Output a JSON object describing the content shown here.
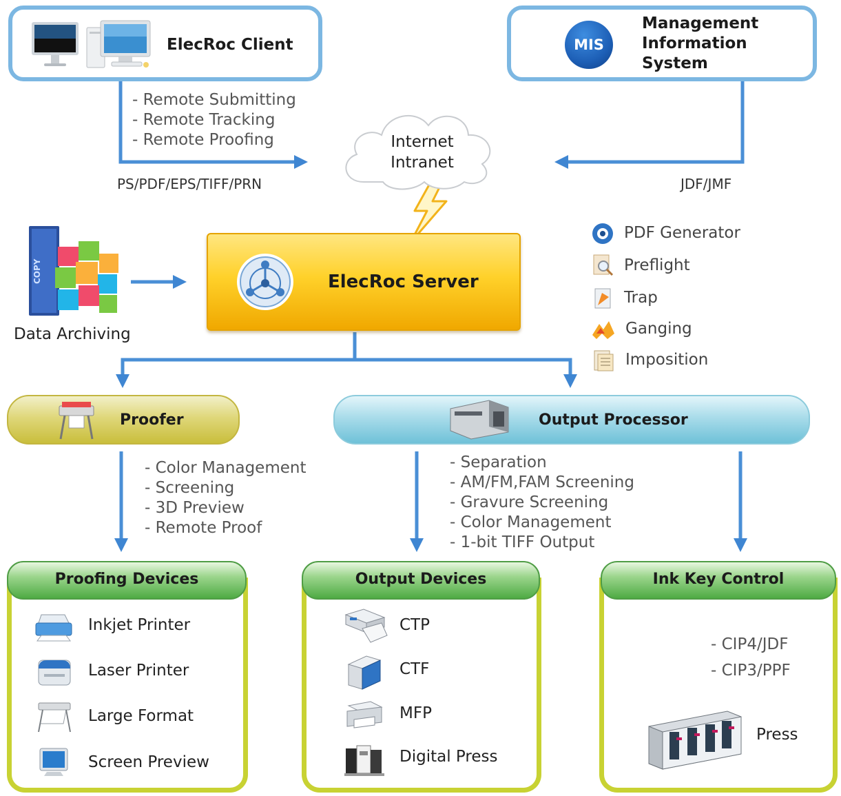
{
  "client": {
    "title": "ElecRoc Client"
  },
  "mis": {
    "badge": "MIS",
    "line1": "Management",
    "line2": "Information",
    "line3": "System"
  },
  "remote": [
    "- Remote Submitting",
    "- Remote Tracking",
    "- Remote Proofing"
  ],
  "formats": "PS/PDF/EPS/TIFF/PRN",
  "cloud": {
    "line1": "Internet",
    "line2": "Intranet"
  },
  "jdf": "JDF/JMF",
  "archive": {
    "label": "Data Archiving",
    "box_text": "COPY"
  },
  "server": {
    "title": "ElecRoc Server"
  },
  "features": [
    {
      "label": "PDF Generator",
      "icon": "pdf-generator-icon"
    },
    {
      "label": "Preflight",
      "icon": "preflight-icon"
    },
    {
      "label": "Trap",
      "icon": "trap-icon"
    },
    {
      "label": "Ganging",
      "icon": "ganging-icon"
    },
    {
      "label": "Imposition",
      "icon": "imposition-icon"
    }
  ],
  "proofer": {
    "title": "Proofer"
  },
  "output_processor": {
    "title": "Output Processor"
  },
  "proofer_features": [
    "- Color Management",
    "- Screening",
    "- 3D Preview",
    "- Remote Proof"
  ],
  "processor_features": [
    "- Separation",
    "- AM/FM,FAM Screening",
    "- Gravure Screening",
    "- Color Management",
    "- 1-bit TIFF Output"
  ],
  "proofing_devices": {
    "title": "Proofing Devices",
    "items": [
      "Inkjet Printer",
      "Laser Printer",
      "Large Format",
      "Screen Preview"
    ]
  },
  "output_devices": {
    "title": "Output Devices",
    "items": [
      "CTP",
      "CTF",
      "MFP",
      "Digital Press"
    ]
  },
  "ink_key": {
    "title": "Ink Key Control",
    "protocols": [
      "- CIP4/JDF",
      "- CIP3/PPF"
    ],
    "press": "Press"
  },
  "colors": {
    "box_border": "#7cb7e2",
    "arrow": "#4a8fd6",
    "panel_border": "#c8d233",
    "header_green": "#4fab44",
    "server_gold": "#ffd12a",
    "mis_blue": "#1d5fb6"
  }
}
